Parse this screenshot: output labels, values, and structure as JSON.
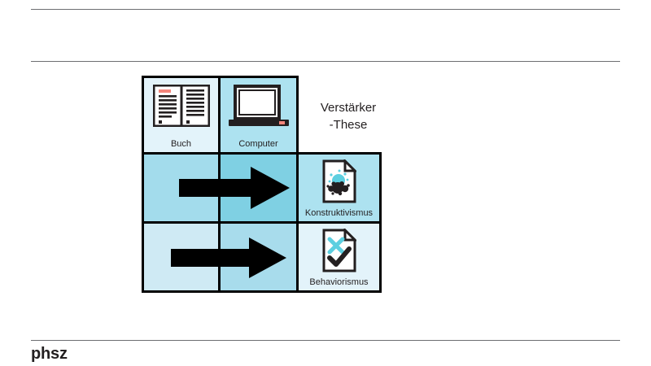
{
  "slide": {
    "brand": "phsz",
    "thesis": {
      "line1": "Verstärker",
      "line2": "-These"
    }
  },
  "colors": {
    "rule": "#6d6e71",
    "grid_border": "#000000",
    "cell_pale": "#e3f3fa",
    "cell_light": "#ade2f0",
    "cell_medium": "#a3dcec",
    "cell_strong": "#7fd0e3",
    "cell_soft": "#cfeaf4",
    "arrow": "#000000",
    "icon_accent": "#5ccfe0",
    "icon_red": "#f4857b",
    "icon_dark": "#231f20",
    "text": "#231f20"
  },
  "diagram": {
    "name": "verstaerker-these-matrix",
    "rows": [
      {
        "row": 1,
        "cells": [
          {
            "id": "buch",
            "label": "Buch",
            "icon": "open-book-icon",
            "fill": "#e3f3fa"
          },
          {
            "id": "computer",
            "label": "Computer",
            "icon": "laptop-computer-icon",
            "fill": "#ade2f0"
          }
        ]
      },
      {
        "row": 2,
        "cells": [
          {
            "id": "arrow-row-2-left",
            "label": "",
            "icon": "right-arrow-icon",
            "fill": "#a3dcec"
          },
          {
            "id": "arrow-row-2-right",
            "label": "",
            "icon": "right-arrow-icon",
            "fill": "#7fd0e3"
          },
          {
            "id": "konstruktivismus",
            "label": "Konstruktivismus",
            "icon": "document-splatter-icon",
            "fill": "#ade2f0"
          }
        ]
      },
      {
        "row": 3,
        "cells": [
          {
            "id": "arrow-row-3-left",
            "label": "",
            "icon": "right-arrow-icon",
            "fill": "#cfeaf4"
          },
          {
            "id": "arrow-row-3-right",
            "label": "",
            "icon": "right-arrow-icon",
            "fill": "#a8dcec"
          },
          {
            "id": "behaviorismus",
            "label": "Behaviorismus",
            "icon": "document-check-cross-icon",
            "fill": "#e3f3fa"
          }
        ]
      }
    ]
  }
}
